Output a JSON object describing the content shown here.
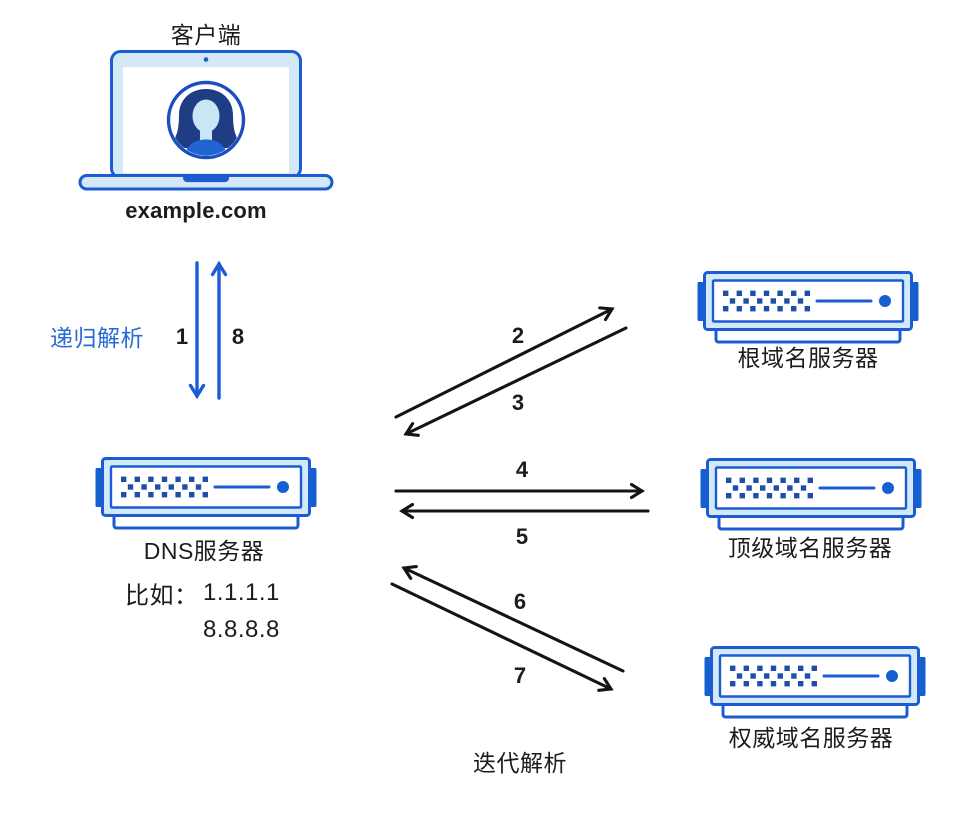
{
  "client": {
    "label": "客户端",
    "domain": "example.com"
  },
  "recursion": {
    "label": "递归解析"
  },
  "iteration": {
    "label": "迭代解析"
  },
  "dns_server": {
    "label": "DNS服务器",
    "example_prefix": "比如：",
    "ip_primary": "1.1.1.1",
    "ip_secondary": "8.8.8.8"
  },
  "remote_servers": {
    "root": {
      "label": "根域名服务器"
    },
    "tld": {
      "label": "顶级域名服务器"
    },
    "authoritative": {
      "label": "权威域名服务器"
    }
  },
  "step_numbers": {
    "s1": "1",
    "s2": "2",
    "s3": "3",
    "s4": "4",
    "s5": "5",
    "s6": "6",
    "s7": "7",
    "s8": "8"
  },
  "colors": {
    "outline_blue": "#1b5cd3",
    "solid_blue": "#1560d0",
    "light_blue": "#d3e9f7",
    "navy": "#1d4fa8",
    "label_blue": "#2a6ad8",
    "arrow_black": "#141414",
    "text_black": "#1c1c1c",
    "avatar_hair": "#1e3d85",
    "avatar_skin": "#c9e6f4",
    "avatar_shirt": "#2064d4",
    "ring_blue": "#1b4fc0"
  }
}
